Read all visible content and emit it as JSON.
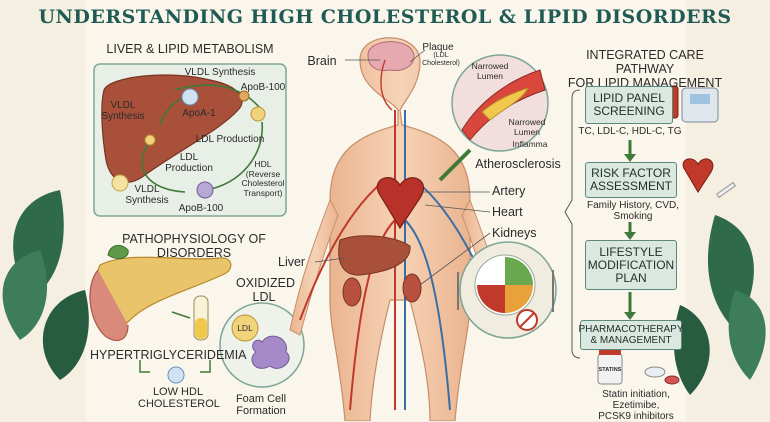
{
  "title": "UNDERSTANDING HIGH CHOLESTEROL & LIPID DISORDERS",
  "liver_panel": {
    "heading": "LIVER & LIPID METABOLISM",
    "labels": {
      "vldl_synthesis_top": "VLDL Synthesis",
      "apob100_top": "ApoB-100",
      "vldl_synthesis_left": "VLDL\nSynthesis",
      "apoa1": "ApoA-1",
      "ldl_production": "LDL Production",
      "ldl_production_mid": "LDL\nProduction",
      "hdl": "HDL\n(Reverse\nCholesterol\nTransport)",
      "vldl_synthesis_bottom": "VLDL\nSynthesis",
      "apob100_bottom": "ApoB-100"
    }
  },
  "patho_panel": {
    "heading": "PATHOPHYSIOLOGY OF DISORDERS",
    "hypertriglyceridemia": "HYPERTRIGLYCERIDEMIA",
    "oxidized_ldl": "OXIDIZED\nLDL",
    "ldl_tag": "LDL",
    "low_hdl": "LOW HDL\nCHOLESTEROL",
    "foam_cell": "Foam Cell\nFormation"
  },
  "body_labels": {
    "brain": "Brain",
    "plaque": "Plaque",
    "plaque_sub": "(LDL\nCholesterol)",
    "narrowed_lumen_1": "Narrowed\nLumen",
    "narrowed_lumen_2": "Narrowed\nLumen",
    "inflamma": "Inflamma",
    "atherosclerosis": "Atherosclerosis",
    "artery": "Artery",
    "heart": "Heart",
    "kidneys": "Kidneys",
    "liver": "Liver"
  },
  "care_pathway": {
    "heading": "INTEGRATED CARE PATHWAY\nFOR LIPID MANAGEMENT",
    "steps": [
      {
        "label": "LIPID PANEL\nSCREENING",
        "detail": "TC, LDL-C, HDL-C, TG"
      },
      {
        "label": "RISK FACTOR\nASSESSMENT",
        "detail": "Family History, CVD,\nSmoking"
      },
      {
        "label": "LIFESTYLE\nMODIFICATION\nPLAN",
        "detail": ""
      },
      {
        "label": "PHARMACOTHERAPY\n& MANAGEMENT",
        "detail": ""
      }
    ],
    "statins_label": "STATINS",
    "treatment": "Statin initiation,\nEzetimibe,\nPCSK9 inhibitors"
  },
  "colors": {
    "title": "#1f5b54",
    "box_fill": "#dbe8df",
    "box_border": "#5a8a7d",
    "arrow": "#3f7a3a",
    "artery": "#c0392b",
    "vein": "#3b6ea5",
    "skin": "#f1c7a4",
    "liver": "#a9503a",
    "fat": "#e9c46a"
  }
}
